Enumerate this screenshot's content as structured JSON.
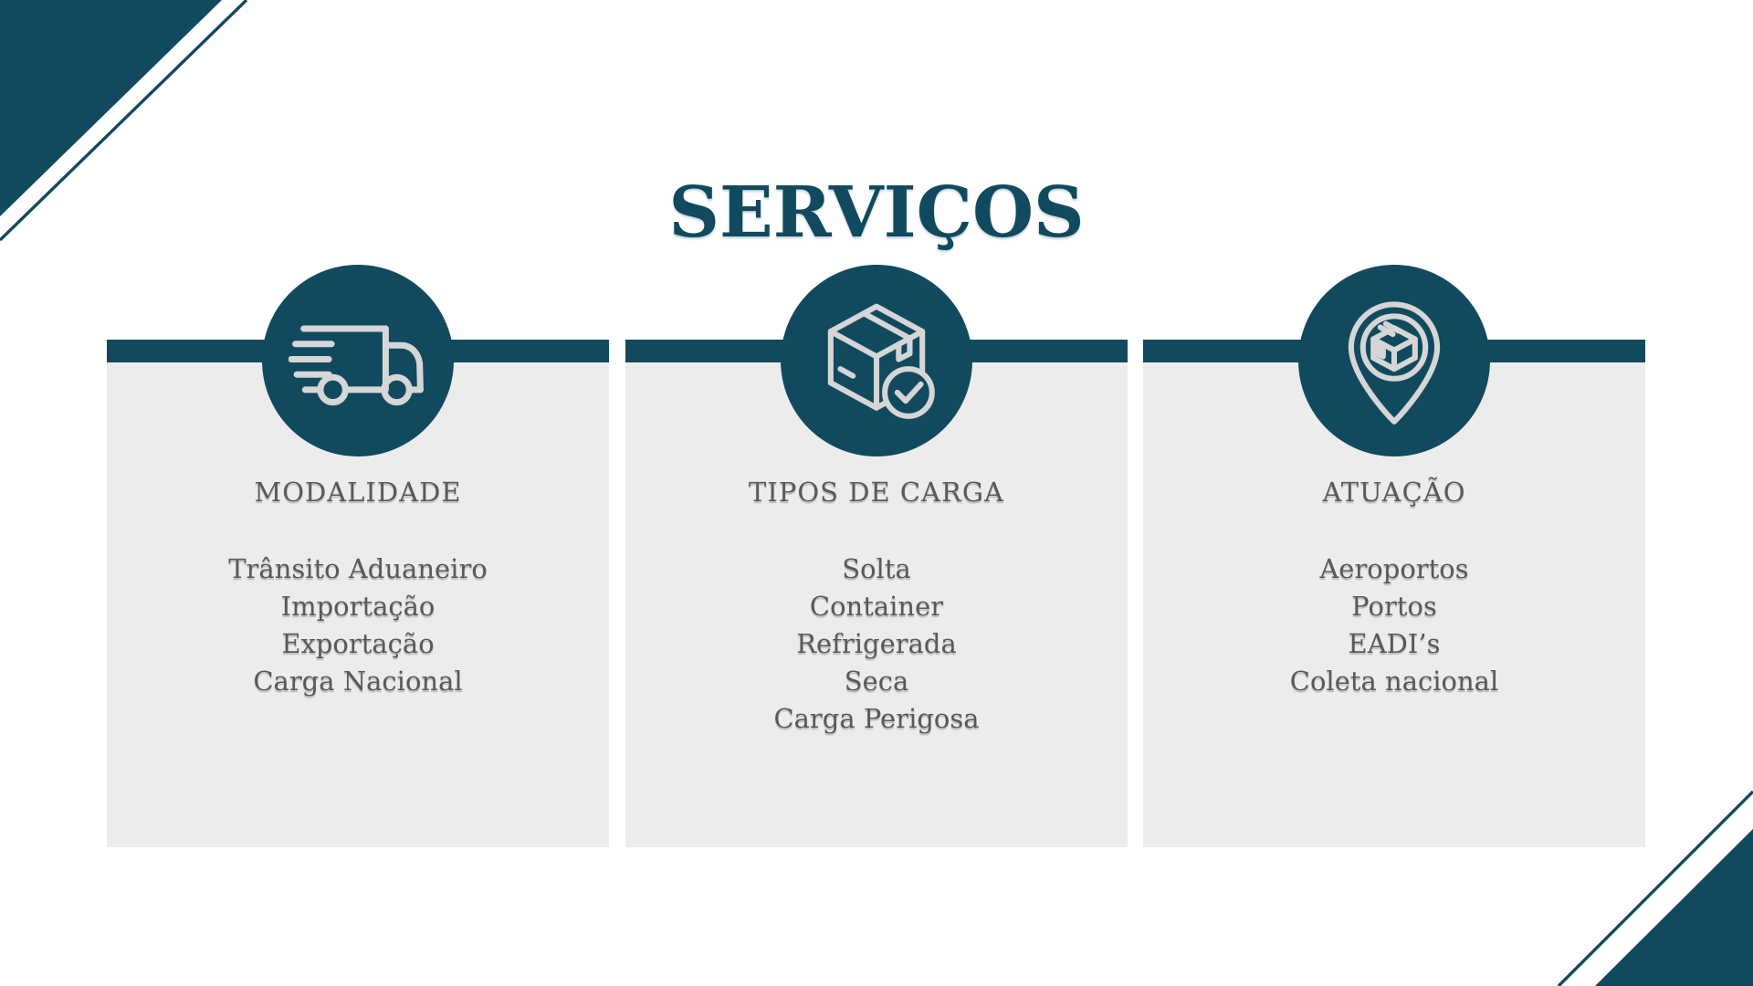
{
  "slide": {
    "title": "SERVIÇOS",
    "colors": {
      "brand_teal": "#114a5e",
      "panel_gray": "#ececec",
      "text_gray": "#595959",
      "icon_stroke_gray": "#d6d6d6"
    },
    "columns": [
      {
        "icon": "fast-truck-icon",
        "heading": "MODALIDADE",
        "items": [
          "Trânsito Aduaneiro",
          "Importação",
          "Exportação",
          "Carga Nacional"
        ]
      },
      {
        "icon": "package-check-icon",
        "heading": "TIPOS DE CARGA",
        "items": [
          "Solta",
          "Container",
          "Refrigerada",
          "Seca",
          "Carga Perigosa"
        ]
      },
      {
        "icon": "location-package-icon",
        "heading": "ATUAÇÃO",
        "items": [
          "Aeroportos",
          "Portos",
          "EADI’s",
          "Coleta nacional"
        ]
      }
    ]
  }
}
